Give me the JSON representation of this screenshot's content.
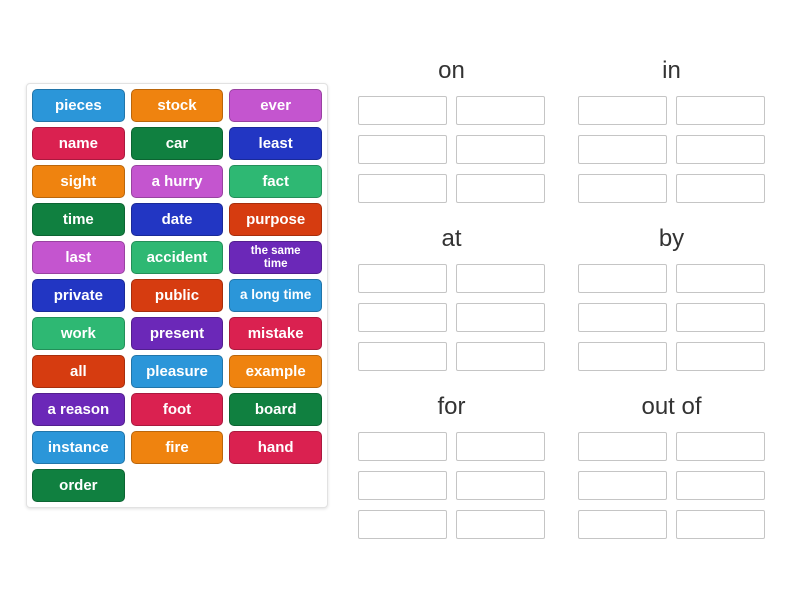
{
  "palette": {
    "lightblue": "#2b96d9",
    "orange": "#ef830f",
    "orchid": "#c455cf",
    "crimson": "#da2150",
    "green": "#108040",
    "royalblue": "#2236c3",
    "emerald": "#2eb873",
    "redorange": "#d63c10",
    "purple": "#6b28b8"
  },
  "word_bank": {
    "tiles": [
      {
        "label": "pieces",
        "color": "lightblue"
      },
      {
        "label": "stock",
        "color": "orange"
      },
      {
        "label": "ever",
        "color": "orchid"
      },
      {
        "label": "name",
        "color": "crimson"
      },
      {
        "label": "car",
        "color": "green"
      },
      {
        "label": "least",
        "color": "royalblue"
      },
      {
        "label": "sight",
        "color": "orange"
      },
      {
        "label": "a hurry",
        "color": "orchid"
      },
      {
        "label": "fact",
        "color": "emerald"
      },
      {
        "label": "time",
        "color": "green"
      },
      {
        "label": "date",
        "color": "royalblue"
      },
      {
        "label": "purpose",
        "color": "redorange"
      },
      {
        "label": "last",
        "color": "orchid"
      },
      {
        "label": "accident",
        "color": "emerald"
      },
      {
        "label": "the same time",
        "color": "purple"
      },
      {
        "label": "private",
        "color": "royalblue"
      },
      {
        "label": "public",
        "color": "redorange"
      },
      {
        "label": "a long time",
        "color": "lightblue"
      },
      {
        "label": "work",
        "color": "emerald"
      },
      {
        "label": "present",
        "color": "purple"
      },
      {
        "label": "mistake",
        "color": "crimson"
      },
      {
        "label": "all",
        "color": "redorange"
      },
      {
        "label": "pleasure",
        "color": "lightblue"
      },
      {
        "label": "example",
        "color": "orange"
      },
      {
        "label": "a reason",
        "color": "purple"
      },
      {
        "label": "foot",
        "color": "crimson"
      },
      {
        "label": "board",
        "color": "green"
      },
      {
        "label": "instance",
        "color": "lightblue"
      },
      {
        "label": "fire",
        "color": "orange"
      },
      {
        "label": "hand",
        "color": "crimson"
      },
      {
        "label": "order",
        "color": "green"
      }
    ]
  },
  "categories": [
    {
      "label": "on"
    },
    {
      "label": "in"
    },
    {
      "label": "at"
    },
    {
      "label": "by"
    },
    {
      "label": "for"
    },
    {
      "label": "out of"
    }
  ],
  "slots_per_category": 6
}
